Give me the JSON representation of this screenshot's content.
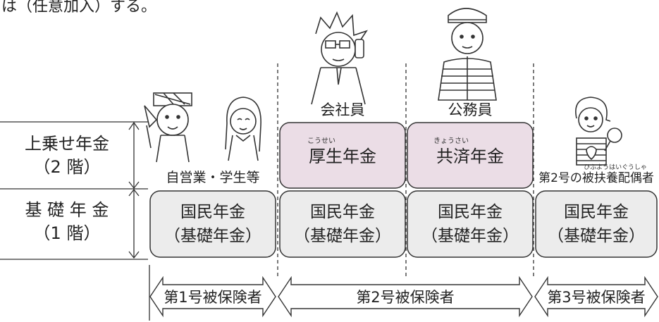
{
  "top_fragment": "は（任意加入）する。",
  "tiers": [
    {
      "line1": "上乗せ年金",
      "line2": "（2 階）"
    },
    {
      "line1": "基 礎 年 金",
      "line2": "（1 階）"
    }
  ],
  "groups": [
    {
      "label": "自営業・学生等",
      "upper": null,
      "upper_ruby": null,
      "base_line1": "国民年金",
      "base_line2": "（基礎年金）"
    },
    {
      "label": "会社員",
      "upper": "厚生年金",
      "upper_ruby": "こうせい",
      "base_line1": "国民年金",
      "base_line2": "（基礎年金）"
    },
    {
      "label": "公務員",
      "upper": "共済年金",
      "upper_ruby": "きょうさい",
      "base_line1": "国民年金",
      "base_line2": "（基礎年金）"
    },
    {
      "label": "第2号の被扶養配偶者",
      "label_ruby": "ひふようはいぐうしゃ",
      "upper": null,
      "upper_ruby": null,
      "base_line1": "国民年金",
      "base_line2": "（基礎年金）"
    }
  ],
  "insured": [
    {
      "label": "第1号被保険者"
    },
    {
      "label": "第2号被保険者"
    },
    {
      "label": "第3号被保険者"
    }
  ],
  "colors": {
    "upper_fill": "#ebdde6",
    "base_fill": "#ececec",
    "stroke": "#333333"
  }
}
